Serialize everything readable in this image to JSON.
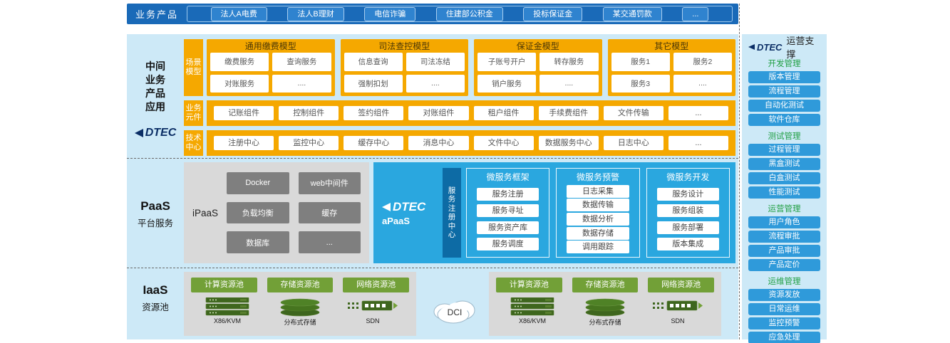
{
  "palette": {
    "topbar_blue": "#1a6ab8",
    "panel_light_blue": "#cde9f7",
    "accent_orange": "#f5a800",
    "apaas_blue": "#2aa7df",
    "registry_blue": "#0d6ba5",
    "iaas_green": "#72a037",
    "icon_dark_green": "#3e661e",
    "ops_button_blue": "#2f9ada",
    "ops_title_green": "#22a045",
    "logo_navy": "#0b2e66",
    "gray_box": "#d9d9d9",
    "gray_button": "#7f7f7f"
  },
  "top_bar": {
    "label": "业务产品",
    "products": [
      "法人A电费",
      "法人B理财",
      "电信诈骗",
      "住建部公积金",
      "投标保证金",
      "某交通罚款",
      "..."
    ]
  },
  "left_rail": {
    "middle_lines": [
      "中间",
      "业务",
      "产品",
      "应用"
    ],
    "dtec": "DTEC",
    "paas_title": "PaaS",
    "paas_sub": "平台服务",
    "iaas_title": "IaaS",
    "iaas_sub": "资源池"
  },
  "scene": {
    "label": "场景模型",
    "groups": [
      {
        "title": "通用缴费模型",
        "items": [
          "缴费服务",
          "查询服务",
          "对账服务",
          "...."
        ]
      },
      {
        "title": "司法查控模型",
        "items": [
          "信息查询",
          "司法冻结",
          "强制扣划",
          "...."
        ]
      },
      {
        "title": "保证金模型",
        "items": [
          "子账号开户",
          "转存服务",
          "销户服务",
          "...."
        ]
      },
      {
        "title": "其它模型",
        "items": [
          "服务1",
          "服务2",
          "服务3",
          "...."
        ]
      }
    ]
  },
  "business": {
    "label": "业务元件",
    "items": [
      "记账组件",
      "控制组件",
      "签约组件",
      "对账组件",
      "租户组件",
      "手续费组件",
      "文件传输",
      "..."
    ]
  },
  "tech": {
    "label": "技术中心",
    "items": [
      "注册中心",
      "监控中心",
      "缓存中心",
      "消息中心",
      "文件中心",
      "数据服务中心",
      "日志中心",
      "..."
    ]
  },
  "paas": {
    "ipaas": {
      "label": "iPaaS",
      "items": [
        "Docker",
        "web中间件",
        "负载均衡",
        "缓存",
        "数据库",
        "..."
      ]
    },
    "apaas": {
      "logo": "DTEC",
      "label": "aPaaS",
      "registry": "服务注册中心",
      "groups": [
        {
          "title": "微服务框架",
          "items": [
            "服务注册",
            "服务寻址",
            "服务资产库",
            "服务调度"
          ]
        },
        {
          "title": "微服务预警",
          "items": [
            "日志采集",
            "数据传输",
            "数据分析",
            "数据存储",
            "调用跟踪"
          ]
        },
        {
          "title": "微服务开发",
          "items": [
            "服务设计",
            "服务组装",
            "服务部署",
            "版本集成"
          ]
        }
      ]
    }
  },
  "iaas": {
    "pools": [
      "计算资源池",
      "存储资源池",
      "网络资源池"
    ],
    "nodes": [
      "X86/KVM",
      "分布式存储",
      "SDN"
    ],
    "cloud": "DCI"
  },
  "ops": {
    "logo": "DTEC",
    "title": "运营支撑",
    "sections": [
      {
        "title": "开发管理",
        "items": [
          "版本管理",
          "流程管理",
          "自动化测试",
          "软件仓库"
        ]
      },
      {
        "title": "测试管理",
        "items": [
          "过程管理",
          "黑盒测试",
          "白盒测试",
          "性能测试"
        ]
      },
      {
        "title": "运营管理",
        "items": [
          "用户角色",
          "流程审批",
          "产品审批",
          "产品定价"
        ]
      },
      {
        "title": "运维管理",
        "items": [
          "资源发放",
          "日常运维",
          "监控预警",
          "应急处理"
        ]
      }
    ]
  }
}
